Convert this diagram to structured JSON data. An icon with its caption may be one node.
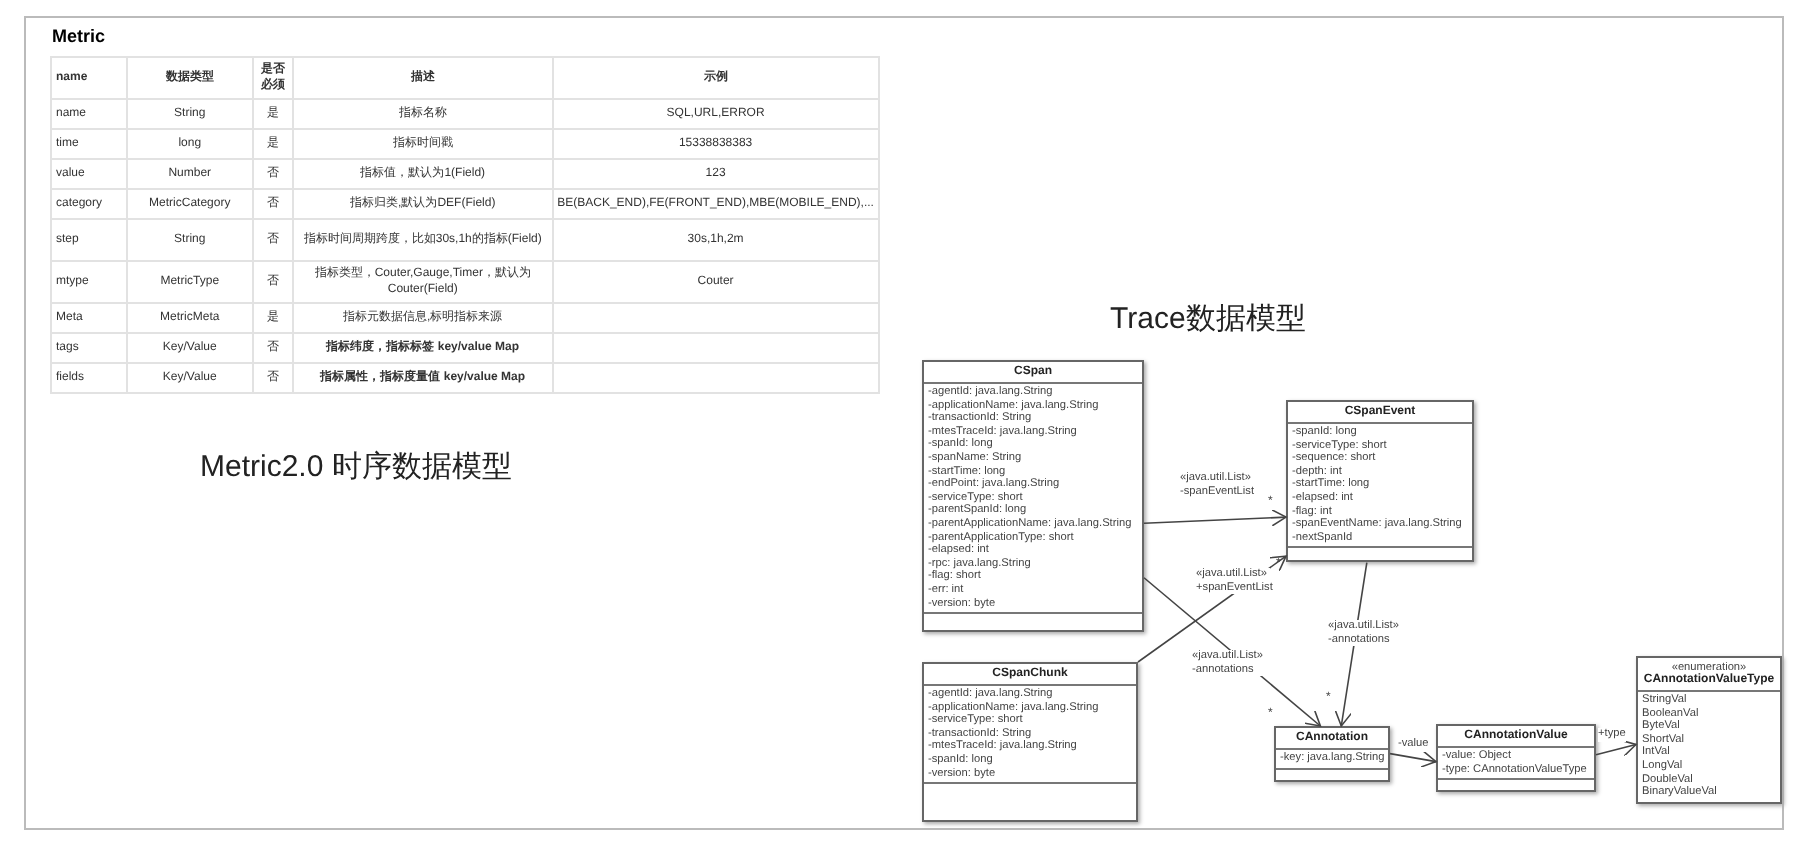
{
  "diagram": {
    "title": "Metric",
    "nodes": [
      {
        "text": [
          "CSpan",
          "-agentId: java.lang.String",
          "-applicationName: java.lang.String",
          "-transactionId: String",
          "-mtesTraceId: java.lang.String",
          "-spanId: long",
          "-spanName: String",
          "-startTime: long",
          "-endPoint: java.lang.String",
          "-serviceType: short",
          "-parentSpanId: long",
          "-parentApplicationName: java.lang.String",
          "-parentApplicationType: short",
          "-elapsed: int",
          "-rpc: java.lang.String",
          "-flag: short",
          "-err: int",
          "-version: byte"
        ]
      },
      {
        "text": [
          "CSpanEvent",
          "-spanId: long",
          "-serviceType: short",
          "-sequence: short",
          "-depth: int",
          "-startTime: long",
          "-elapsed: int",
          "-flag: int",
          "-spanEventName: java.lang.String",
          "-nextSpanId"
        ]
      },
      {
        "text": [
          "CSpanChunk",
          "-agentId: java.lang.String",
          "-applicationName: java.lang.String",
          "-serviceType: short",
          "-transactionId: String",
          "-mtesTraceId: java.lang.String",
          "-spanId: long",
          "-version: byte"
        ]
      },
      {
        "text": [
          "CAnnotation",
          "-key: java.lang.String"
        ]
      },
      {
        "text": [
          "CAnnotationValue",
          "-value: Object",
          "-type: CAnnotationValueType"
        ]
      },
      {
        "text": [
          "«enumeration»",
          "CAnnotationValueType",
          "StringVal",
          "BooleanVal",
          "ByteVal",
          "ShortVal",
          "IntVal",
          "LongVal",
          "DoubleVal",
          "BinaryValueVal"
        ]
      }
    ],
    "edges": [
      {
        "from": 0,
        "to": 1,
        "arrow": "to",
        "label": "«java.util.List» -spanEventList"
      },
      {
        "from": 2,
        "to": 1,
        "arrow": "to",
        "label": "«java.util.List» +spanEventList"
      },
      {
        "from": 0,
        "to": 3,
        "arrow": "to",
        "label": "«java.util.List» -annotations"
      },
      {
        "from": 1,
        "to": 3,
        "arrow": "to",
        "label": "«java.util.List» -annotations"
      },
      {
        "from": 3,
        "to": 4,
        "arrow": "to",
        "label": "-value"
      },
      {
        "from": 4,
        "to": 5,
        "arrow": "to",
        "label": "+type"
      }
    ],
    "labels": [
      "name",
      "数据类型",
      "是否必须",
      "描述",
      "示例",
      "name",
      "String",
      "是",
      "指标名称",
      "SQL,URL,ERROR",
      "time",
      "long",
      "是",
      "指标时间戳",
      "15338838383",
      "value",
      "Number",
      "否",
      "指标值，默认为1(Field)",
      "123",
      "category",
      "MetricCategory",
      "否",
      "指标归类,默认为DEF(Field)",
      "BE(BACK_END),FE(FRONT_END),MBE(MOBILE_END),...",
      "step",
      "String",
      "否",
      "指标时间周期跨度，比如30s,1h的指标(Field)",
      "30s,1h,2m",
      "mtype",
      "MetricType",
      "否",
      "指标类型，Couter,Gauge,Timer，默认为Couter(Field)",
      "Couter",
      "Meta",
      "MetricMeta",
      "是",
      "指标元数据信息,标明指标来源",
      "tags",
      "Key/Value",
      "否",
      "指标纬度，指标标签 key/value Map",
      "fields",
      "Key/Value",
      "否",
      "指标属性，指标度量值 key/value Map",
      "Trace数据模型",
      "Metric2.0 时序数据模型",
      "*",
      "*",
      "*",
      "*"
    ]
  }
}
